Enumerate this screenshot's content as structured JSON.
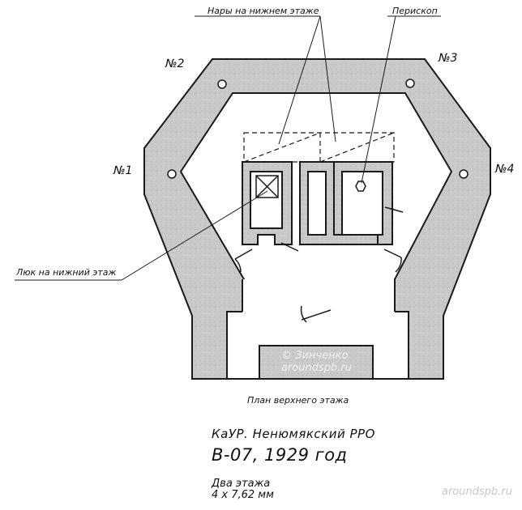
{
  "labels": {
    "bunks": "Нары на нижнем этаже",
    "periscope": "Перископ",
    "hatch": "Люк на нижний этаж",
    "plan_caption": "План верхнего этажа",
    "embrasure_1": "№1",
    "embrasure_2": "№2",
    "embrasure_3": "№3",
    "embrasure_4": "№4"
  },
  "watermark": {
    "line1": "© Зинченко",
    "line2": "aroundspb.ru"
  },
  "info": {
    "organization": "КаУР. Ненюмякский РРО",
    "title": "В-07, 1929 год",
    "floors": "Два этажа",
    "armament": "4 х 7,62 мм"
  },
  "site_watermark": "aroundspb.ru",
  "colors": {
    "concrete": "#c9c9c9",
    "outline": "#1a1a1a",
    "background": "#ffffff"
  }
}
